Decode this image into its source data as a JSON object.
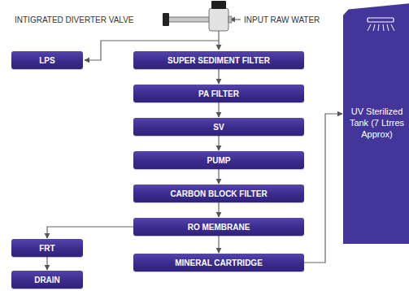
{
  "diagram": {
    "nodes": [
      {
        "text": [
          "LPS"
        ]
      },
      {
        "text": [
          "SUPER SEDIMENT FILTER"
        ]
      },
      {
        "text": [
          "PA FILTER"
        ]
      },
      {
        "text": [
          "SV"
        ]
      },
      {
        "text": [
          "PUMP"
        ]
      },
      {
        "text": [
          "CARBON BLOCK FILTER"
        ]
      },
      {
        "text": [
          "RO MEMBRANE"
        ]
      },
      {
        "text": [
          "FRT"
        ]
      },
      {
        "text": [
          "MINERAL CARTRIDGE"
        ]
      },
      {
        "text": [
          "DRAIN"
        ]
      },
      {
        "text": [
          "UV Sterilized Tank (7 Ltrres Approx)"
        ]
      }
    ],
    "edges": [
      {
        "from": 1,
        "to": 2,
        "arrow": "to"
      },
      {
        "from": 2,
        "to": 3,
        "arrow": "to"
      },
      {
        "from": 3,
        "to": 4,
        "arrow": "to"
      },
      {
        "from": 4,
        "to": 5,
        "arrow": "to"
      },
      {
        "from": 5,
        "to": 6,
        "arrow": "to"
      },
      {
        "from": 6,
        "to": 7,
        "arrow": "to"
      },
      {
        "from": 6,
        "to": 8,
        "arrow": "to"
      },
      {
        "from": 7,
        "to": 9,
        "arrow": "to"
      },
      {
        "from": 8,
        "to": 10,
        "arrow": "to"
      }
    ],
    "labels": [
      "INTIGRATED DIVERTER VALVE",
      "INPUT RAW WATER"
    ]
  }
}
